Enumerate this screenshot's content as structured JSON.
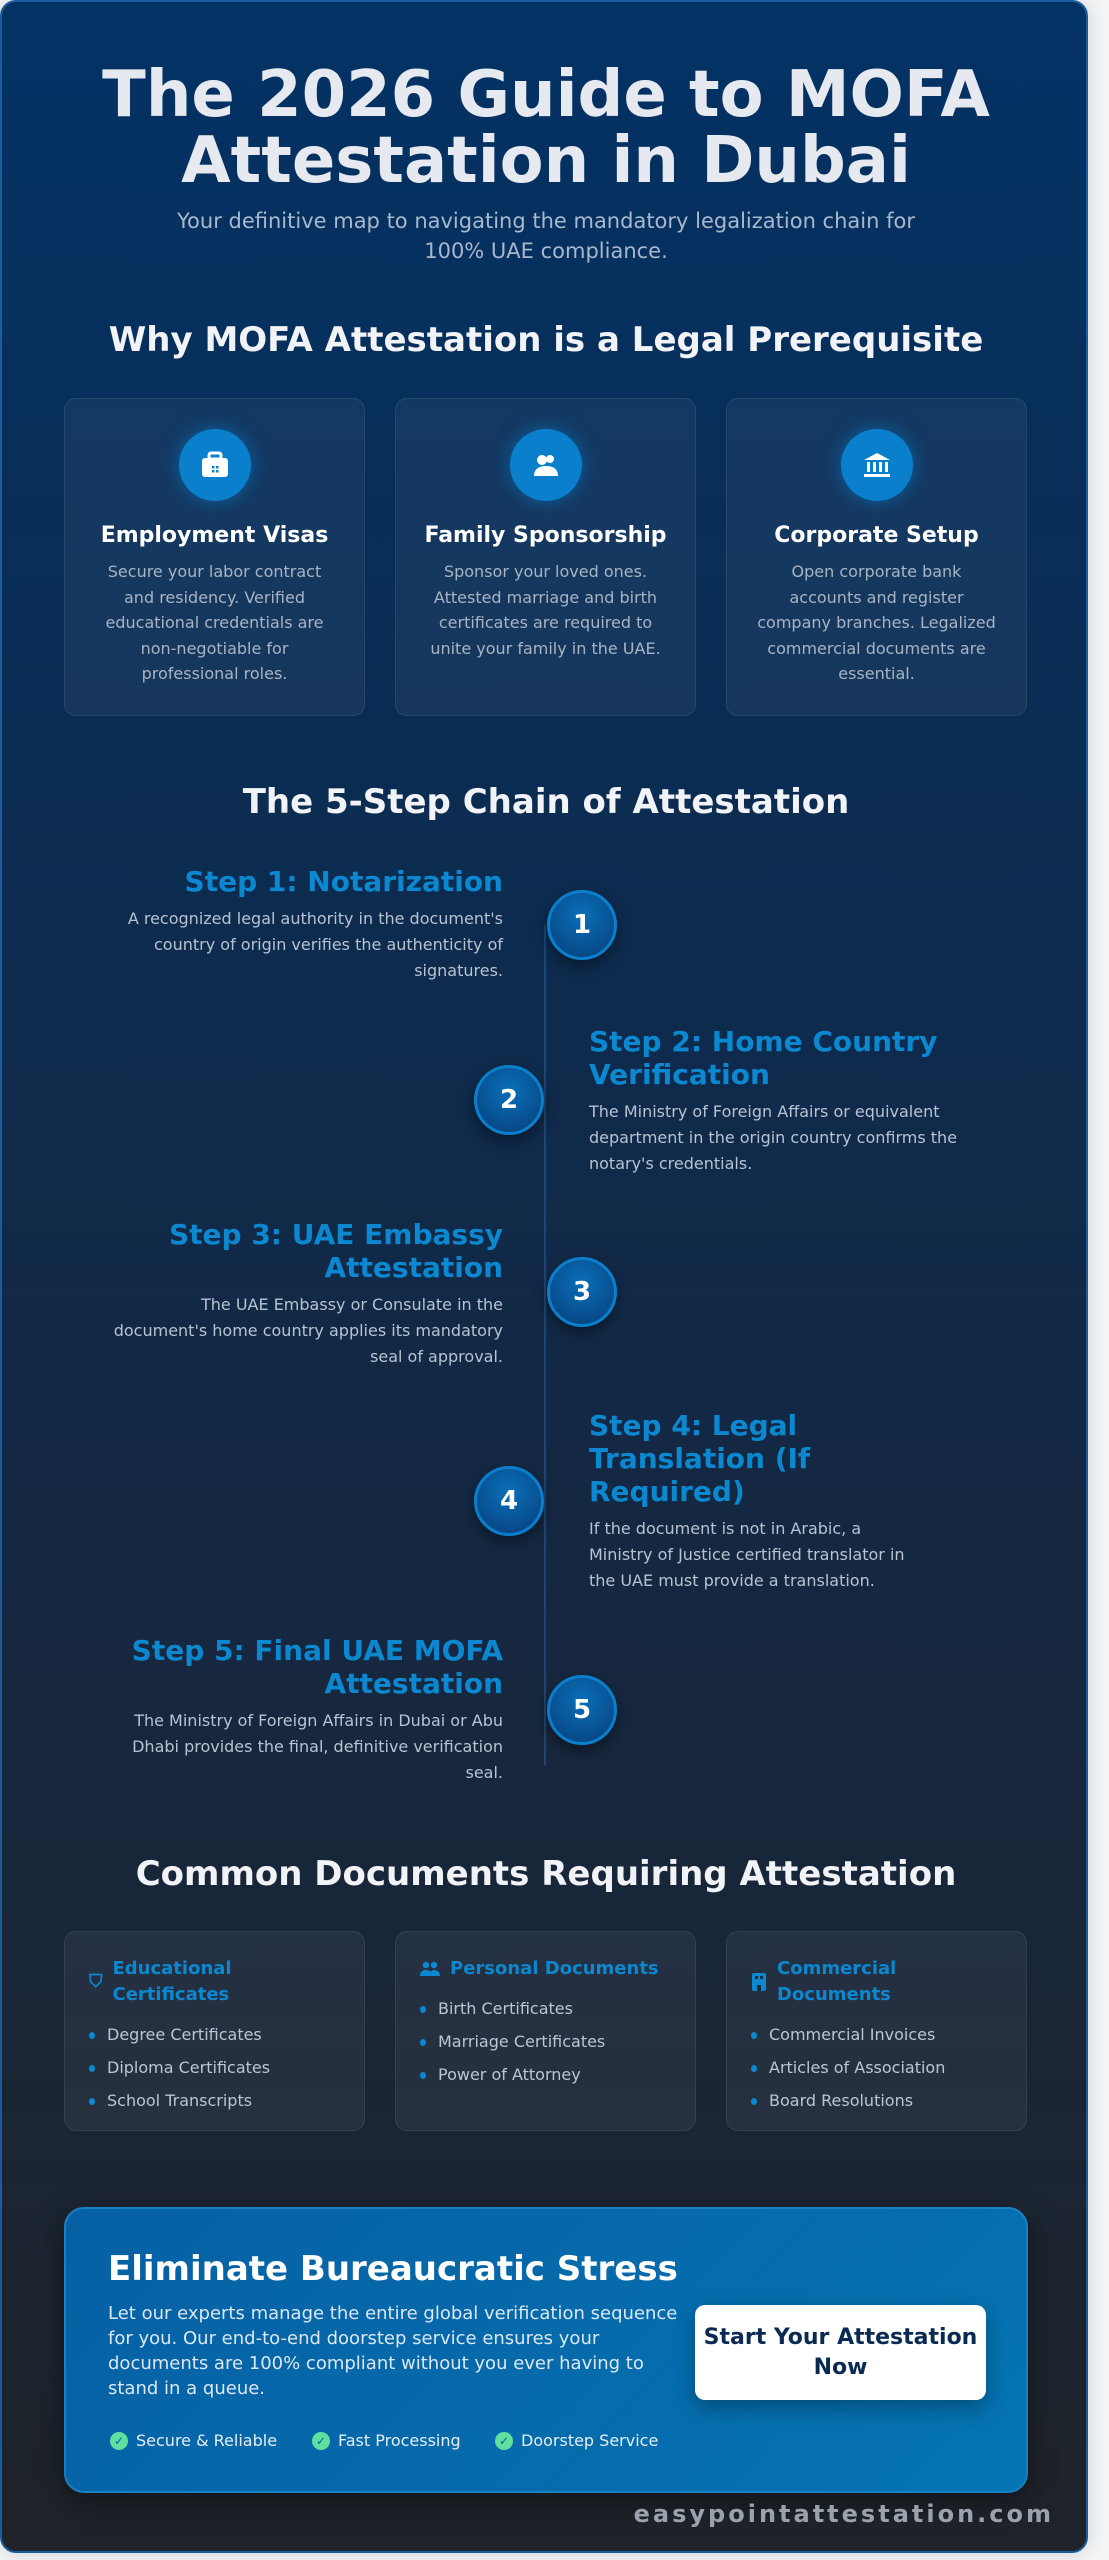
{
  "header": {
    "title_line1": "The 2026 Guide to MOFA",
    "title_line2": "Attestation in Dubai",
    "subtitle": "Your definitive map to navigating the mandatory legalization chain for 100% UAE compliance."
  },
  "why": {
    "heading": "Why MOFA Attestation is a Legal Prerequisite",
    "cards": [
      {
        "icon": "briefcase-icon",
        "title": "Employment Visas",
        "desc": "Secure your labor contract and residency. Verified educational credentials are non-negotiable for professional roles."
      },
      {
        "icon": "family-icon",
        "title": "Family Sponsorship",
        "desc": "Sponsor your loved ones. Attested marriage and birth certificates are required to unite your family in the UAE."
      },
      {
        "icon": "bank-icon",
        "title": "Corporate Setup",
        "desc": "Open corporate bank accounts and register company branches. Legalized commercial documents are essential."
      }
    ]
  },
  "steps": {
    "heading": "The 5-Step Chain of Attestation",
    "items": [
      {
        "num": "1",
        "title": "Step 1: Notarization",
        "desc": "A recognized legal authority in the document's country of origin verifies the authenticity of signatures."
      },
      {
        "num": "2",
        "title": "Step 2: Home Country Verification",
        "desc": "The Ministry of Foreign Affairs or equivalent department in the origin country confirms the notary's credentials."
      },
      {
        "num": "3",
        "title": "Step 3: UAE Embassy Attestation",
        "desc": "The UAE Embassy or Consulate in the document's home country applies its mandatory seal of approval."
      },
      {
        "num": "4",
        "title": "Step 4: Legal Translation (If Required)",
        "desc": "If the document is not in Arabic, a Ministry of Justice certified translator in the UAE must provide a translation."
      },
      {
        "num": "5",
        "title": "Step 5: Final UAE MOFA Attestation",
        "desc": "The Ministry of Foreign Affairs in Dubai or Abu Dhabi provides the final, definitive verification seal."
      }
    ]
  },
  "docs": {
    "heading": "Common Documents Requiring Attestation",
    "cards": [
      {
        "icon": "graduation-cap-icon",
        "title": "Educational Certificates",
        "items": [
          "Degree Certificates",
          "Diploma Certificates",
          "School Transcripts"
        ]
      },
      {
        "icon": "users-icon",
        "title": "Personal Documents",
        "items": [
          "Birth Certificates",
          "Marriage Certificates",
          "Power of Attorney"
        ]
      },
      {
        "icon": "building-icon",
        "title": "Commercial Documents",
        "items": [
          "Commercial Invoices",
          "Articles of Association",
          "Board Resolutions"
        ]
      }
    ]
  },
  "cta": {
    "title": "Eliminate Bureaucratic Stress",
    "text": "Let our experts manage the entire global verification sequence for you. Our end-to-end doorstep service ensures your documents are 100% compliant without you ever having to stand in a queue.",
    "button": "Start Your Attestation Now",
    "features": [
      "Secure & Reliable",
      "Fast Processing",
      "Doorstep Service"
    ]
  },
  "footer": {
    "brand": "easypointattestation.com"
  },
  "colors": {
    "accent": "#0b88d0",
    "check": "#5fe0a0",
    "bg_top": "#033265",
    "bg_bottom": "#1f2329"
  }
}
